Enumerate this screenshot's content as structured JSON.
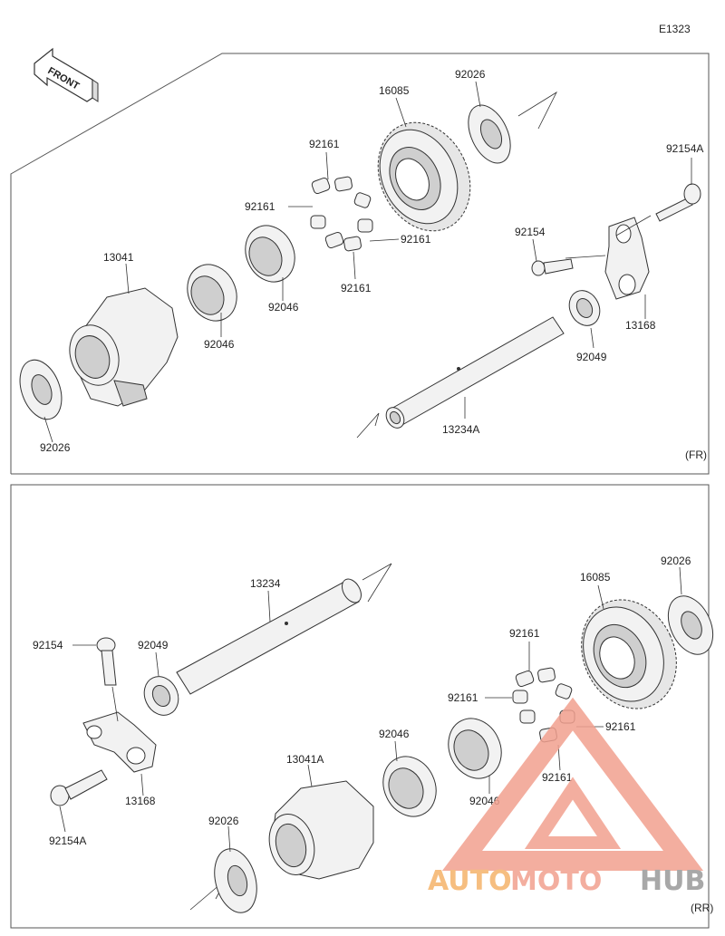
{
  "diagram_code": "E1323",
  "front_arrow": "FRONT",
  "top_panel": {
    "tag": "(FR)",
    "labels": {
      "l_16085": "16085",
      "l_92026_top": "92026",
      "l_92161_a": "92161",
      "l_92161_b": "92161",
      "l_92161_c": "92161",
      "l_92161_d": "92161",
      "l_92154A": "92154A",
      "l_92154": "92154",
      "l_13041": "13041",
      "l_92046_a": "92046",
      "l_92046_b": "92046",
      "l_13168": "13168",
      "l_92049": "92049",
      "l_92026_bottom": "92026",
      "l_13234A": "13234A"
    }
  },
  "bottom_panel": {
    "tag": "(RR)",
    "labels": {
      "l_13234": "13234",
      "l_16085": "16085",
      "l_92026_top": "92026",
      "l_92154": "92154",
      "l_92049": "92049",
      "l_92161_a": "92161",
      "l_92161_b": "92161",
      "l_92161_c": "92161",
      "l_92161_d": "92161",
      "l_13041A": "13041A",
      "l_92046_a": "92046",
      "l_92046_b": "92046",
      "l_13168": "13168",
      "l_92154A": "92154A",
      "l_92026_bottom": "92026"
    }
  },
  "watermark": {
    "part1": "AUTO",
    "part2": "MOTO",
    "part3": "HUB",
    "color_main": "#f2a08f",
    "color_orange": "#f5b36a",
    "color_hub": "#9a9a9a"
  }
}
